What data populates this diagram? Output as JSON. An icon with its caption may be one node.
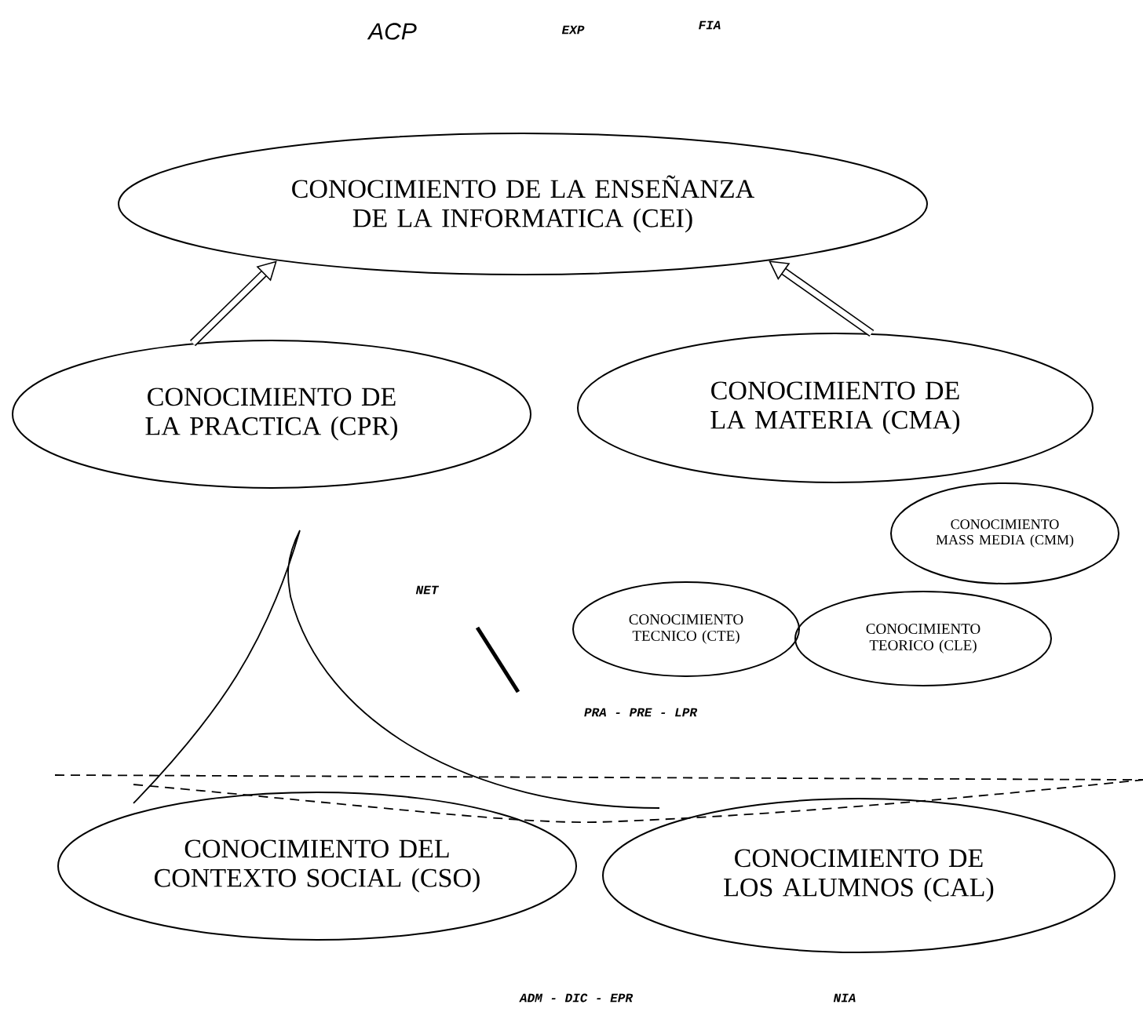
{
  "diagram": {
    "nodes": [
      {
        "text": [
          "CONOCIMIENTO DE LA ENSEÑANZA DE LA INFORMATICA (CEI)"
        ]
      },
      {
        "text": [
          "CONOCIMIENTO DE LA PRACTICA (CPR)"
        ]
      },
      {
        "text": [
          "CONOCIMIENTO DE LA MATERIA (CMA)"
        ]
      },
      {
        "text": [
          "CONOCIMIENTO MASS MEDIA (CMM)"
        ]
      },
      {
        "text": [
          "CONOCIMIENTO TECNICO (CTE)"
        ]
      },
      {
        "text": [
          "CONOCIMIENTO TEORICO (CLE)"
        ]
      },
      {
        "text": [
          "CONOCIMIENTO DEL CONTEXTO SOCIAL (CSO)"
        ]
      },
      {
        "text": [
          "CONOCIMIENTO DE LOS ALUMNOS (CAL)"
        ]
      }
    ],
    "edges": [
      {
        "from": 1,
        "to": 0,
        "arrow": "to"
      },
      {
        "from": 2,
        "to": 0,
        "arrow": "to"
      }
    ],
    "labels": [
      "ACP",
      "EXP",
      "FIA",
      "NET",
      "PRA - PRE - LPR",
      "ADM - DIC - EPR",
      "NIA"
    ]
  }
}
